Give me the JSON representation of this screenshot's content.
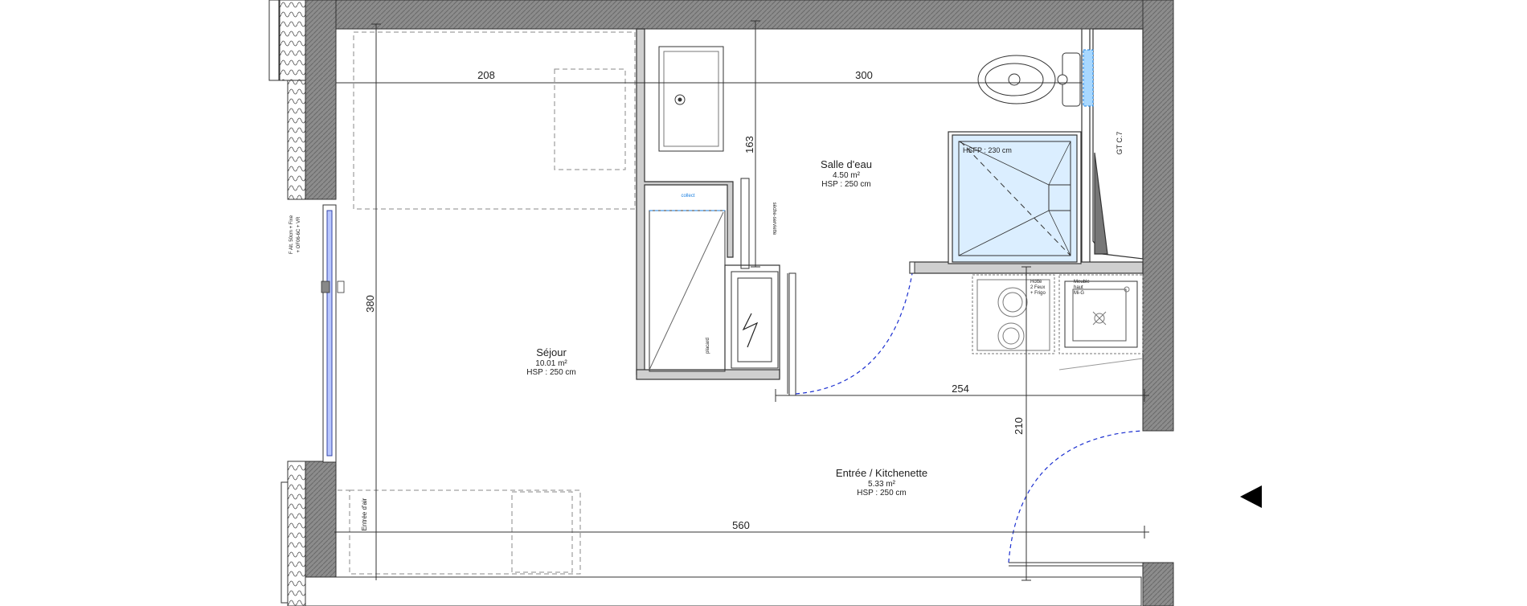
{
  "rooms": {
    "sejour": {
      "name": "Séjour",
      "area": "10.01 m²",
      "hsp": "HSP : 250 cm"
    },
    "salle_deau": {
      "name": "Salle d'eau",
      "area": "4.50 m²",
      "hsp": "HSP : 250 cm"
    },
    "entree": {
      "name": "Entrée / Kitchenette",
      "area": "5.33 m²",
      "hsp": "HSP : 250 cm"
    }
  },
  "dimensions": {
    "d208": "208",
    "d300": "300",
    "d163": "163",
    "d380": "380",
    "d254": "254",
    "d210": "210",
    "d560": "560"
  },
  "labels": {
    "shower_hsfp": "HSFP : 230 cm",
    "gaine": "GT C.7",
    "window_line1": "F Alt. 50cm + Fixe",
    "window_line2": "+ OF06-6C + VR",
    "entree_air": "Entrée d'air",
    "collect": "collect",
    "placard": "placard",
    "seche_serviette": "sèche-serviette",
    "hotte_line1": "Hotte",
    "hotte_line2": "2 Feux",
    "hotte_line3": "+ Frigo",
    "meuble_line1": "Meuble",
    "meuble_line2": "haut",
    "meuble_line3": "Mi-G"
  },
  "colors": {
    "wall": "#7a7a7a",
    "shower": "#dbeeff",
    "window": "#b9c7ff",
    "door_arc": "#1b2fd0",
    "collect": "#1a7fe0"
  }
}
